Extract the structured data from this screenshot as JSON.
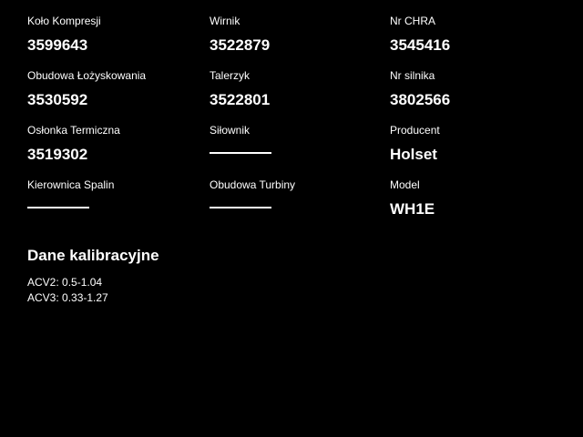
{
  "colors": {
    "background": "#000000",
    "text": "#ffffff"
  },
  "grid": {
    "columns": [
      {
        "fields": [
          {
            "label": "Koło Kompresji",
            "value": "3599643",
            "empty": false
          },
          {
            "label": "Obudowa Łożyskowania",
            "value": "3530592",
            "empty": false
          },
          {
            "label": "Osłonka Termiczna",
            "value": "3519302",
            "empty": false
          },
          {
            "label": "Kierownica Spalin",
            "value": "",
            "empty": true
          }
        ]
      },
      {
        "fields": [
          {
            "label": "Wirnik",
            "value": "3522879",
            "empty": false
          },
          {
            "label": "Talerzyk",
            "value": "3522801",
            "empty": false
          },
          {
            "label": "Siłownik",
            "value": "",
            "empty": true
          },
          {
            "label": "Obudowa Turbiny",
            "value": "",
            "empty": true
          }
        ]
      },
      {
        "fields": [
          {
            "label": "Nr CHRA",
            "value": "3545416",
            "empty": false
          },
          {
            "label": "Nr silnika",
            "value": "3802566",
            "empty": false
          },
          {
            "label": "Producent",
            "value": "Holset",
            "empty": false
          },
          {
            "label": "Model",
            "value": "WH1E",
            "empty": false
          }
        ]
      }
    ]
  },
  "calibration": {
    "title": "Dane kalibracyjne",
    "lines": [
      "ACV2: 0.5-1.04",
      "ACV3: 0.33-1.27"
    ]
  }
}
